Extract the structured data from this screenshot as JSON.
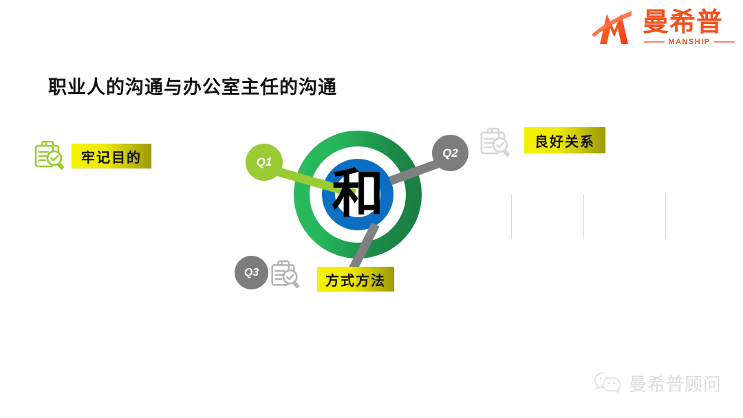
{
  "brand": {
    "mark_icon": "manship-m-logo-icon",
    "name_cn": "曼希普",
    "name_en": "MANSHIP",
    "accent_color": "#f4511e"
  },
  "slide": {
    "title": "职业人的沟通与办公室主任的沟通",
    "background_color": "#ffffff"
  },
  "diagram": {
    "center": {
      "character": "和",
      "outer_ring_color": "#25b45a",
      "outer_ring_color_dark": "#1a7a40",
      "inner_ring_color": "#0a6ec2",
      "center_fill": "#ffffff"
    },
    "nodes": [
      {
        "badge": "Q1",
        "badge_color": "#9acb35",
        "connector_color": "#9acb35",
        "label": "牢记目的",
        "icon": "clipboard-magnifier-check-icon",
        "icon_color": "#9acb35",
        "position": "left"
      },
      {
        "badge": "Q2",
        "badge_color": "#7d7d7d",
        "connector_color": "#808080",
        "label": "良好关系",
        "icon": "clipboard-magnifier-check-icon",
        "icon_color": "#d6d6d6",
        "position": "right"
      },
      {
        "badge": "Q3",
        "badge_color": "#7d7d7d",
        "connector_color": "#808080",
        "label": "方式方法",
        "icon": "clipboard-magnifier-check-icon",
        "icon_color": "#b3b3b3",
        "position": "bottom-left"
      }
    ],
    "label_bar_gradient": [
      "#f5f200",
      "#9c9a08"
    ]
  },
  "dividers": {
    "color": "#d9d9d9",
    "x_positions": [
      743,
      848,
      967
    ]
  },
  "watermark": {
    "icon": "wechat-icon",
    "text": "曼希普顾问",
    "color": "#dcdcdc"
  }
}
